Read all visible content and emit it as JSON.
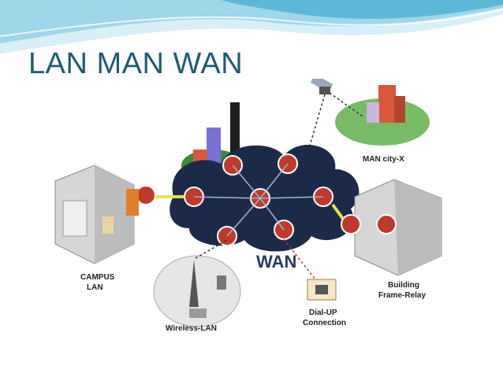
{
  "slide": {
    "title": "LAN MAN WAN"
  },
  "diagram": {
    "wan_label": "WAN",
    "man_label": "MAN city-X",
    "campus_label_line1": "CAMPUS",
    "campus_label_line2": "LAN",
    "building_label_line1": "Building",
    "building_label_line2": "Frame-Relay",
    "wireless_label": "Wireless-LAN",
    "dialup_label_line1": "Dial-UP",
    "dialup_label_line2": "Connection"
  },
  "colors": {
    "title": "#1f5b74",
    "swoosh_light": "#bfe3f0",
    "swoosh_mid": "#7cc8e2",
    "cloud_dark": "#1c2a4a",
    "router_red": "#c0392b",
    "link_yellow": "#e8e04a",
    "man_green": "#5fb04a"
  }
}
